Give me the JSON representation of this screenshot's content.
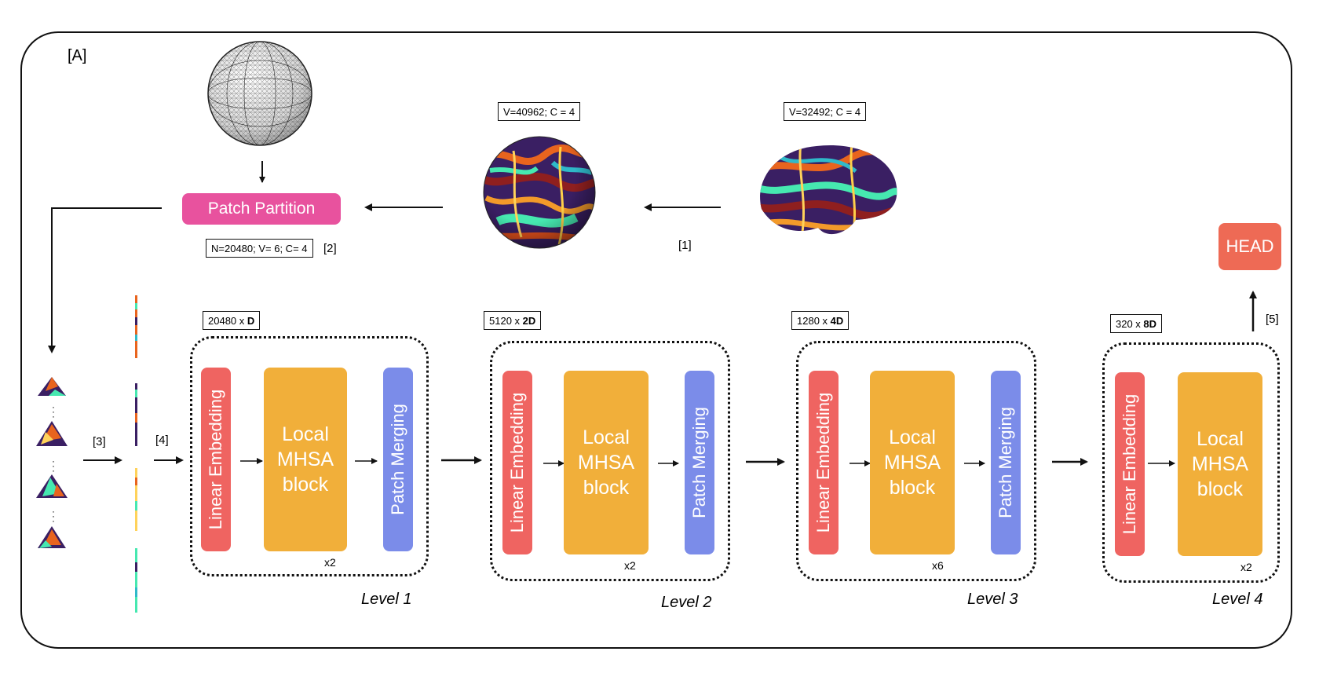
{
  "panel_label": "[A]",
  "top": {
    "sphere_dims": "V=40962; C = 4",
    "brain_dims": "V=32492; C = 4",
    "patch_partition_label": "Patch Partition",
    "patch_partition_dims": "N=20480; V= 6; C= 4",
    "ref_1": "[1]",
    "ref_2": "[2]"
  },
  "refs": {
    "ref_3": "[3]",
    "ref_4": "[4]",
    "ref_5": "[5]"
  },
  "head_label": "HEAD",
  "levels": [
    {
      "dims_prefix": "20480 x ",
      "dims_bold": "D",
      "embed": "Linear Embedding",
      "mhsa": [
        "Local",
        "MHSA",
        "block"
      ],
      "merge": "Patch Merging",
      "repeat": "x2",
      "name": "Level 1"
    },
    {
      "dims_prefix": "5120 x ",
      "dims_bold": "2D",
      "embed": "Linear Embedding",
      "mhsa": [
        "Local",
        "MHSA",
        "block"
      ],
      "merge": "Patch Merging",
      "repeat": "x2",
      "name": "Level 2"
    },
    {
      "dims_prefix": "1280 x ",
      "dims_bold": "4D",
      "embed": "Linear Embedding",
      "mhsa": [
        "Local",
        "MHSA",
        "block"
      ],
      "merge": "Patch Merging",
      "repeat": "x6",
      "name": "Level 3"
    },
    {
      "dims_prefix": "320 x ",
      "dims_bold": "8D",
      "embed": "Linear Embedding",
      "mhsa": [
        "Local",
        "MHSA",
        "block"
      ],
      "repeat": "x2",
      "name": "Level 4"
    }
  ],
  "colors": {
    "patch_partition": "#e8529e",
    "head": "#ee6a55",
    "embedding": "#ef6461",
    "mhsa": "#f1af3a",
    "merging": "#7b8ce9"
  }
}
